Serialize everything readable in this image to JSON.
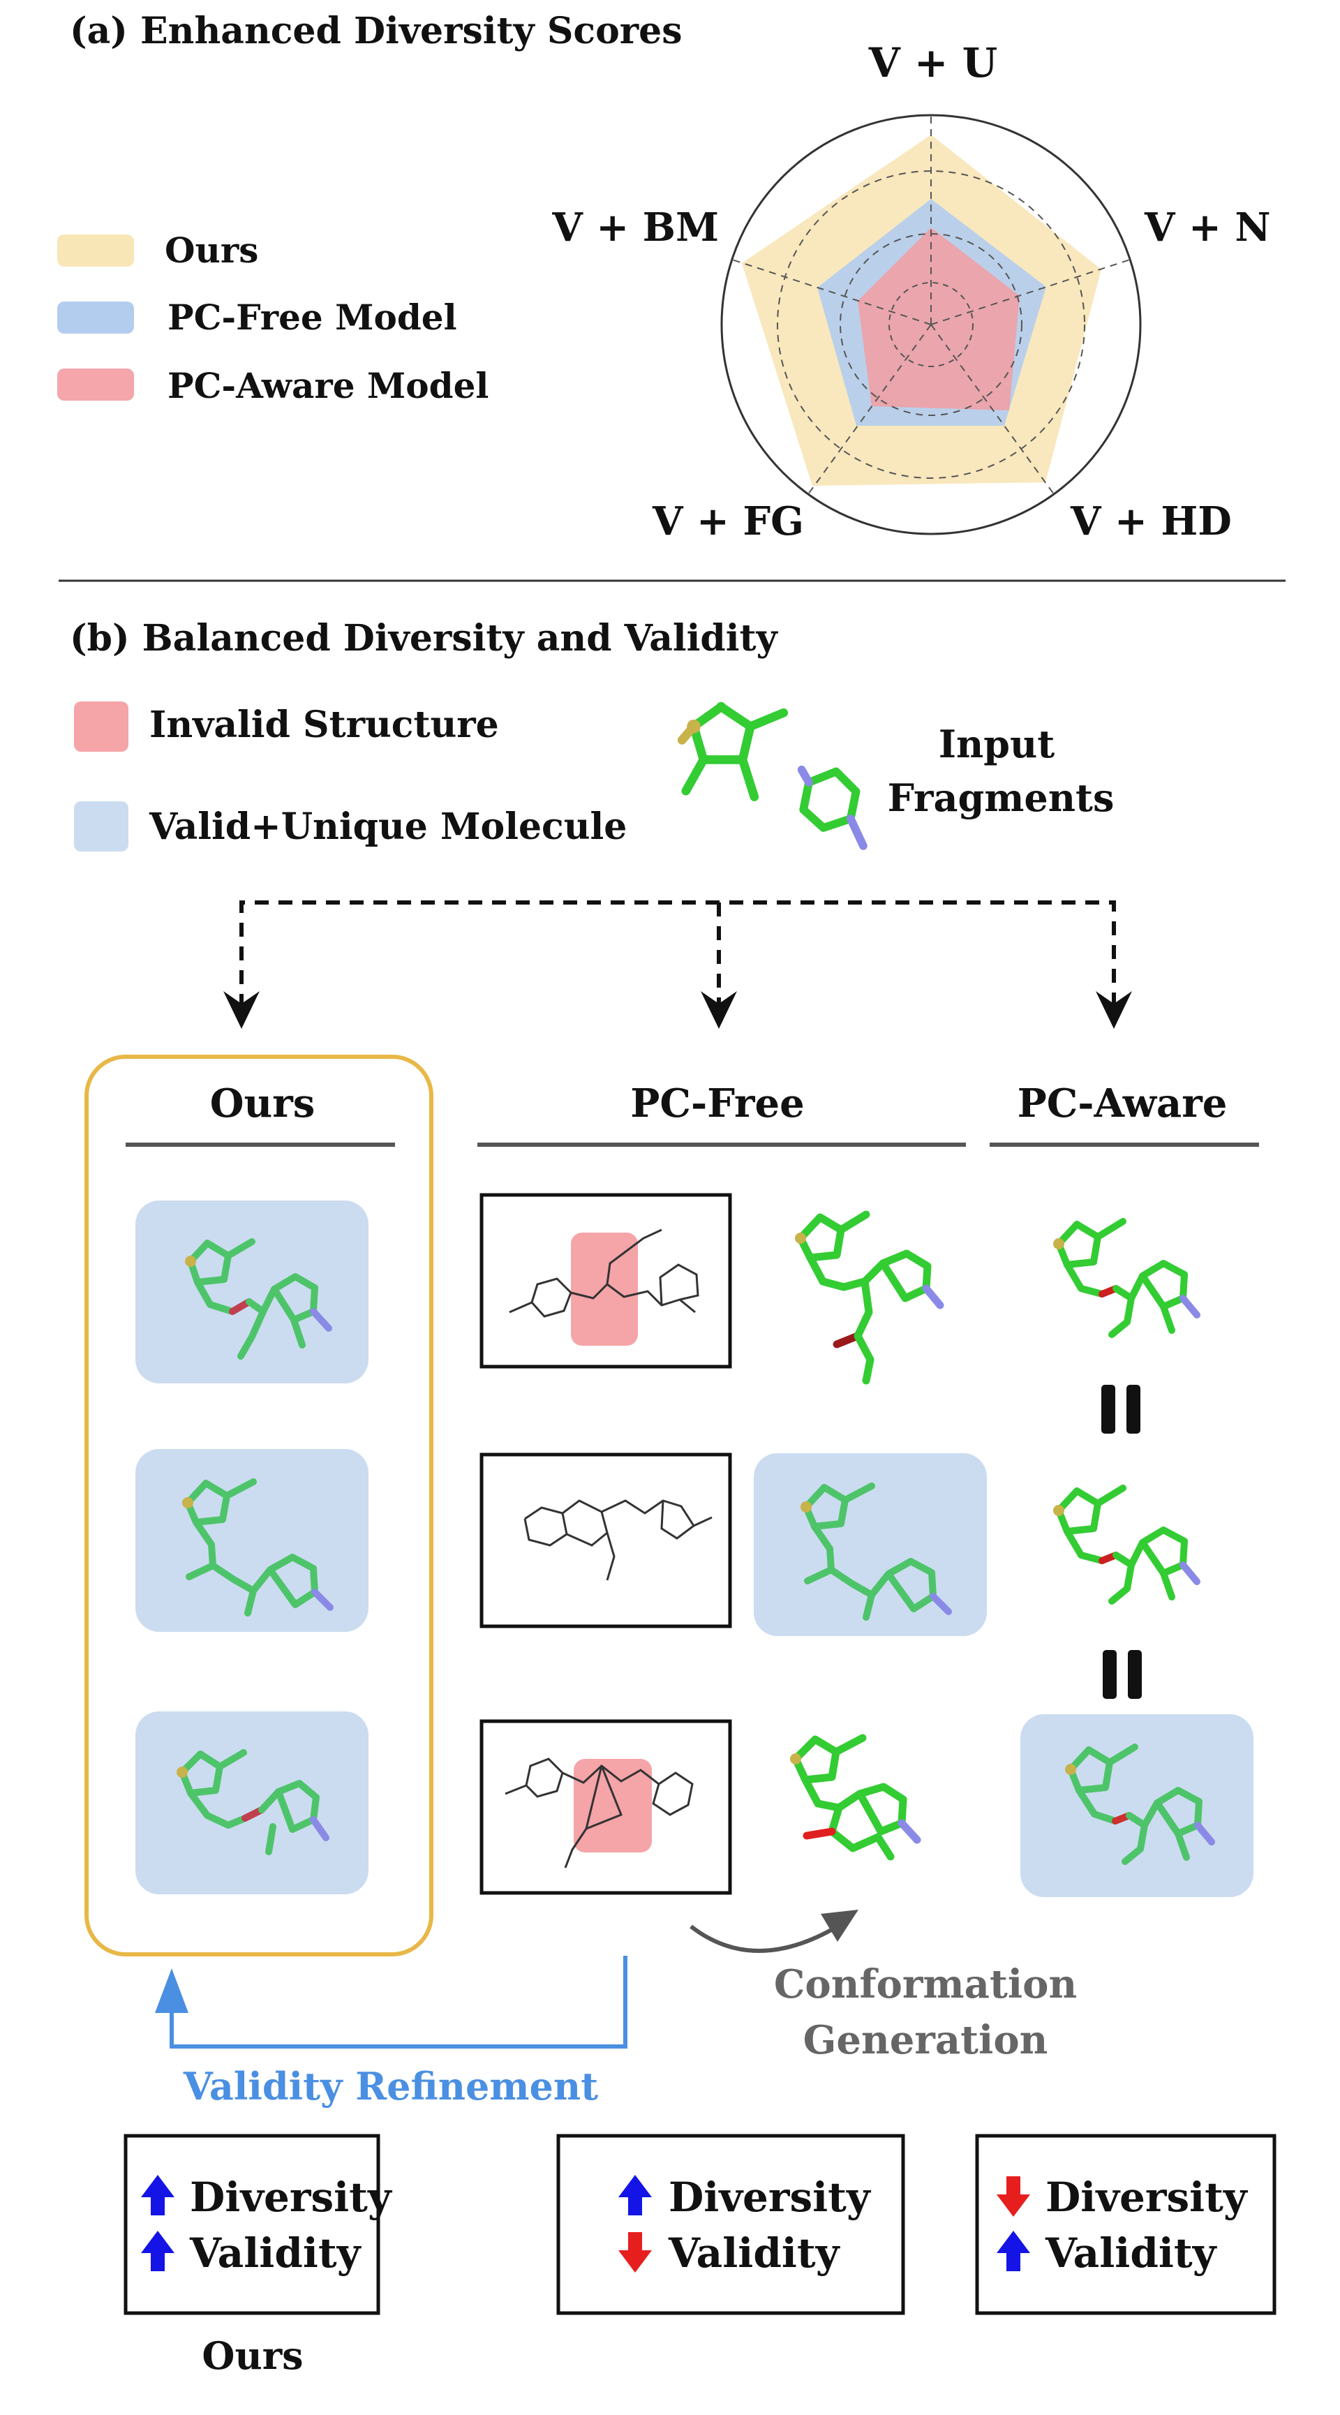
{
  "panel_a": {
    "title": "(a) Enhanced Diversity Scores",
    "legend": [
      {
        "label": "Ours",
        "color": "#f8e6b6"
      },
      {
        "label": "PC-Free Model",
        "color": "#b3cdee"
      },
      {
        "label": "PC-Aware Model",
        "color": "#f4a6aa"
      }
    ],
    "axes": [
      "V + U",
      "V + N",
      "V + HD",
      "V + FG",
      "V + BM"
    ]
  },
  "panel_b": {
    "title": "(b) Balanced Diversity and Validity",
    "legend": [
      {
        "label": "Invalid Structure",
        "color": "#f5a4a8"
      },
      {
        "label": "Valid+Unique Molecule",
        "color": "#cbdcf0"
      }
    ],
    "input_fragments": [
      "Input",
      "Fragments"
    ],
    "columns": [
      "Ours",
      "PC-Free",
      "PC-Aware"
    ],
    "conformation": [
      "Conformation",
      "Generation"
    ],
    "refinement": "Validity Refinement",
    "summary": [
      {
        "rows": [
          {
            "dir": "up",
            "label": "Diversity"
          },
          {
            "dir": "up",
            "label": "Validity"
          }
        ],
        "caption": "Ours"
      },
      {
        "rows": [
          {
            "dir": "up",
            "label": "Diversity"
          },
          {
            "dir": "down",
            "label": "Validity"
          }
        ],
        "caption": ""
      },
      {
        "rows": [
          {
            "dir": "down",
            "label": "Diversity"
          },
          {
            "dir": "up",
            "label": "Validity"
          }
        ],
        "caption": ""
      }
    ]
  },
  "colors": {
    "ours_frame": "#e8b746",
    "refinement": "#4a8fe2",
    "arrow_up": "#1414e6",
    "arrow_down": "#e61e1e",
    "invalid": "#f5a4a8",
    "valid": "#cbdcf0",
    "carbon": "#33cc33",
    "nitrogen": "#8a8ae6",
    "sulfur": "#c8b24a",
    "oxygen": "#d03030"
  }
}
